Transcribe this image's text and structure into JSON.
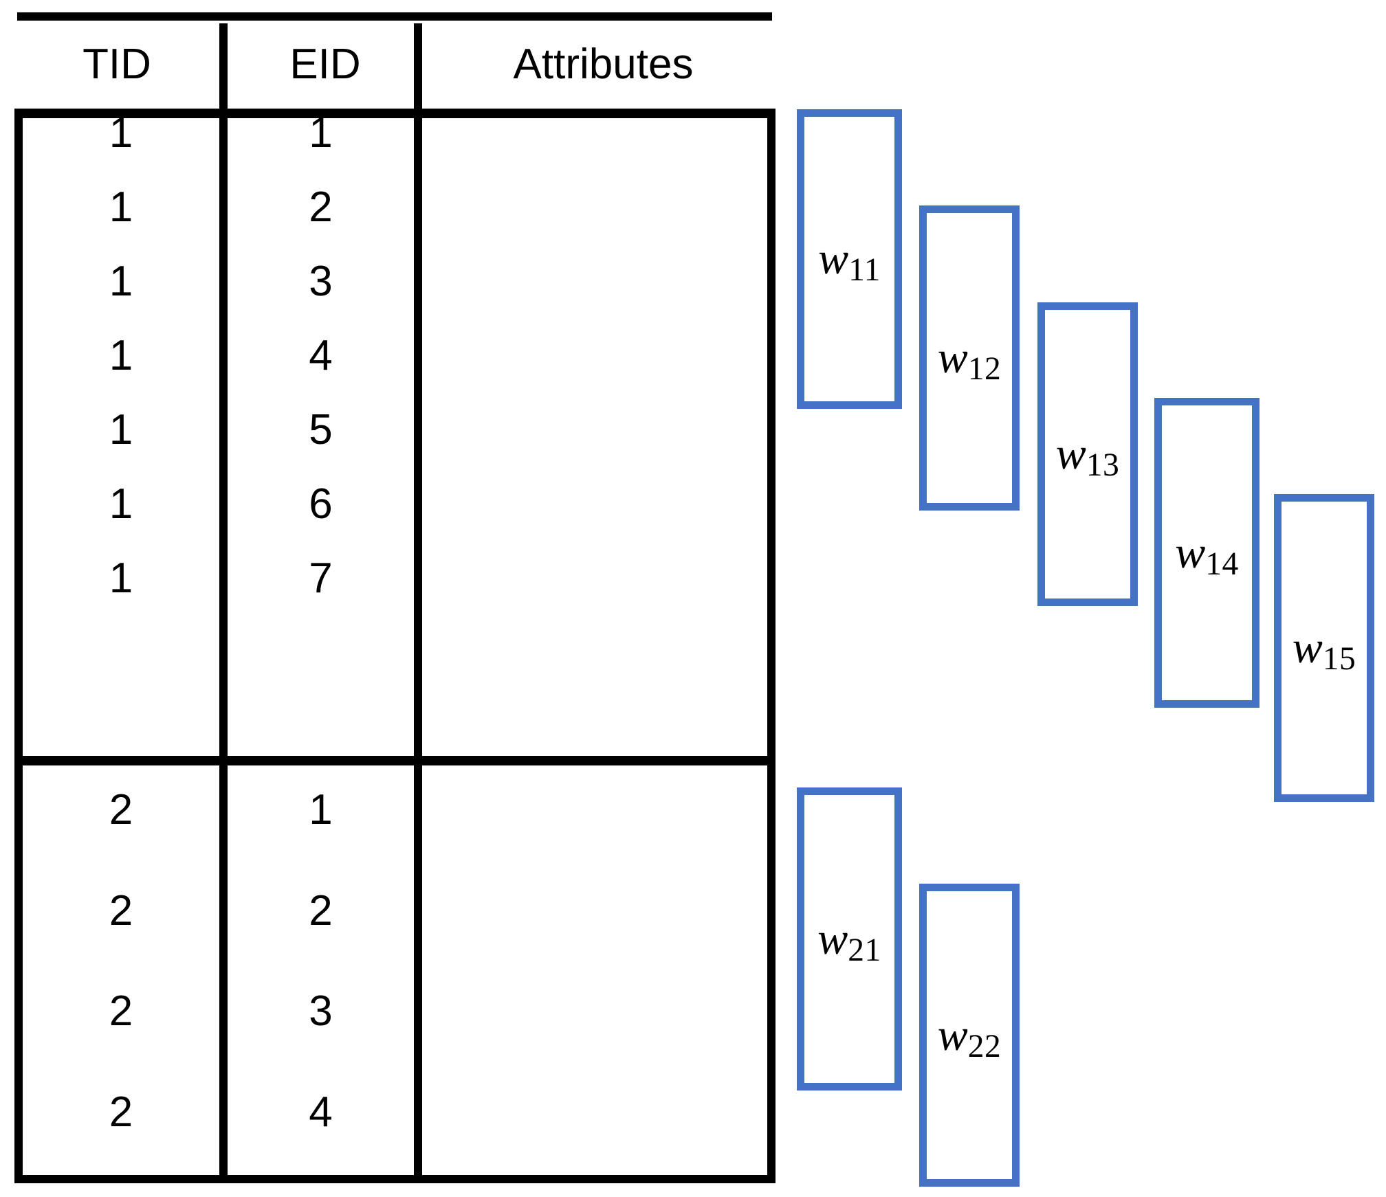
{
  "table": {
    "columns": [
      "TID",
      "EID",
      "Attributes"
    ],
    "groups": [
      {
        "tid": "1",
        "rows": [
          {
            "tid": "1",
            "eid": "1",
            "attributes": ""
          },
          {
            "tid": "1",
            "eid": "2",
            "attributes": ""
          },
          {
            "tid": "1",
            "eid": "3",
            "attributes": ""
          },
          {
            "tid": "1",
            "eid": "4",
            "attributes": ""
          },
          {
            "tid": "1",
            "eid": "5",
            "attributes": ""
          },
          {
            "tid": "1",
            "eid": "6",
            "attributes": ""
          },
          {
            "tid": "1",
            "eid": "7",
            "attributes": ""
          }
        ]
      },
      {
        "tid": "2",
        "rows": [
          {
            "tid": "2",
            "eid": "1",
            "attributes": ""
          },
          {
            "tid": "2",
            "eid": "2",
            "attributes": ""
          },
          {
            "tid": "2",
            "eid": "3",
            "attributes": ""
          },
          {
            "tid": "2",
            "eid": "4",
            "attributes": ""
          }
        ]
      }
    ]
  },
  "windows": {
    "accent_color": "#4472C4",
    "boxes": [
      {
        "id": "w11",
        "base": "w",
        "sub": "11",
        "group": "1"
      },
      {
        "id": "w12",
        "base": "w",
        "sub": "12",
        "group": "1"
      },
      {
        "id": "w13",
        "base": "w",
        "sub": "13",
        "group": "1"
      },
      {
        "id": "w14",
        "base": "w",
        "sub": "14",
        "group": "1"
      },
      {
        "id": "w15",
        "base": "w",
        "sub": "15",
        "group": "1"
      },
      {
        "id": "w21",
        "base": "w",
        "sub": "21",
        "group": "2"
      },
      {
        "id": "w22",
        "base": "w",
        "sub": "22",
        "group": "2"
      }
    ]
  }
}
